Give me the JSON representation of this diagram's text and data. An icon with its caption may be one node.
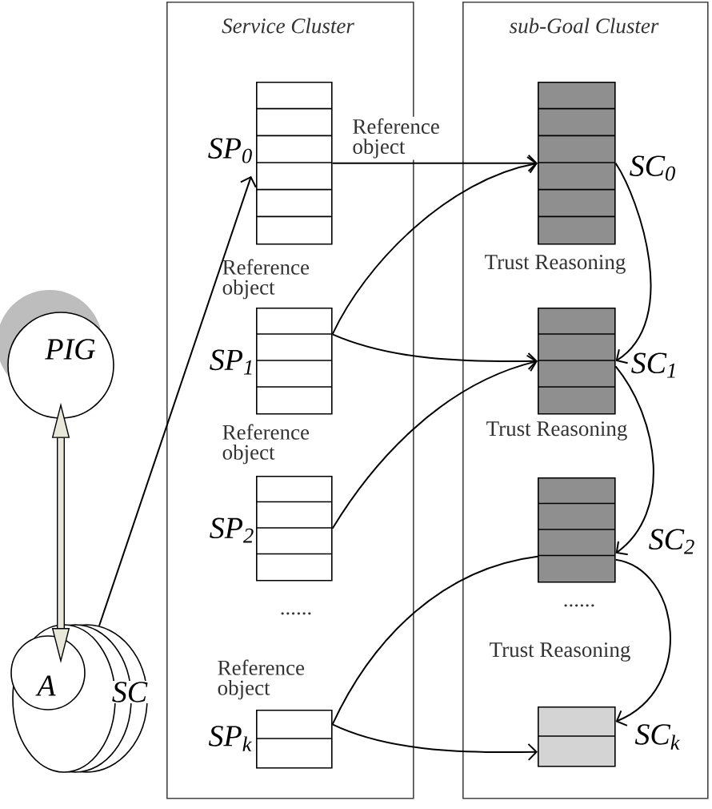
{
  "diagram": {
    "nodes": [
      {
        "text": [
          "PIG"
        ]
      },
      {
        "text": [
          "SC"
        ]
      },
      {
        "text": [
          "A"
        ],
        "in": 1
      },
      {
        "text": [
          "Service Cluster"
        ]
      },
      {
        "text": [],
        "shape": "box",
        "beside": [
          "SP$_{0}$"
        ],
        "in": 3
      },
      {
        "text": [],
        "shape": "box",
        "beside": [
          "SP$_{1}$"
        ],
        "in": 3
      },
      {
        "text": [],
        "shape": "box",
        "beside": [
          "SP$_{2}$"
        ],
        "in": 3
      },
      {
        "text": [],
        "shape": "box",
        "beside": [
          "SP$_{k}$"
        ],
        "in": 3
      },
      {
        "text": [
          "sub-Goal Cluster"
        ]
      },
      {
        "text": [],
        "shape": "box",
        "beside": [
          "SC$_{0}$"
        ],
        "in": 8
      },
      {
        "text": [],
        "shape": "box",
        "beside": [
          "SC$_{1}$"
        ],
        "in": 8
      },
      {
        "text": [],
        "shape": "box",
        "beside": [
          "SC$_{2}$"
        ],
        "in": 8
      },
      {
        "text": [],
        "shape": "box",
        "beside": [
          "SC$_{k}$"
        ],
        "in": 8
      }
    ],
    "edges": [
      {
        "from": 0,
        "to": 2,
        "arrow": "both",
        "style": "thick"
      },
      {
        "from": 1,
        "to": 4,
        "arrow": "to"
      },
      {
        "from": 4,
        "to": 9,
        "arrow": "to",
        "label": "Reference object"
      },
      {
        "from": 5,
        "to": 9,
        "arrow": "to"
      },
      {
        "from": 5,
        "to": 10,
        "arrow": "to"
      },
      {
        "from": 6,
        "to": 10,
        "arrow": "to"
      },
      {
        "from": 7,
        "to": 11,
        "arrow": "none"
      },
      {
        "from": 7,
        "to": 12,
        "arrow": "to"
      },
      {
        "from": 9,
        "to": 10,
        "arrow": "to"
      },
      {
        "from": 10,
        "to": 11,
        "arrow": "to"
      },
      {
        "from": 11,
        "to": 12,
        "arrow": "to"
      }
    ],
    "labels": [
      "Reference object",
      "Trust Reasoning",
      "Reference object",
      "Trust Reasoning",
      "......",
      "......",
      "Trust Reasoning",
      "Reference object"
    ]
  }
}
